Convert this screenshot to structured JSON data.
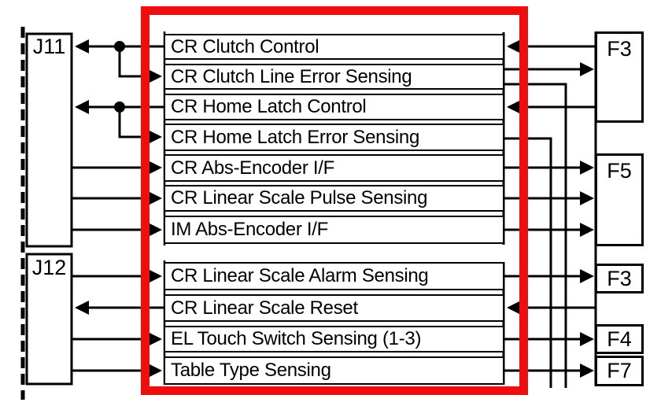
{
  "connectors": {
    "j11": "J11",
    "j12": "J12"
  },
  "blocks": {
    "f3_top": "F3",
    "f5": "F5",
    "f3_mid": "F3",
    "f4": "F4",
    "f7": "F7"
  },
  "signals": [
    {
      "label": "CR Clutch Control",
      "connector": "J11",
      "left_arrow": "into-connector",
      "right_arrow": "from-block",
      "block": "F3"
    },
    {
      "label": "CR Clutch Line Error Sensing",
      "connector": "J11",
      "left_arrow": "branch-from-row-1",
      "right_arrow": "into-block",
      "block": "F3",
      "extra_route": "bus-line-down"
    },
    {
      "label": "CR Home Latch Control",
      "connector": "J11",
      "left_arrow": "into-connector",
      "right_arrow": "from-block",
      "block": "F3"
    },
    {
      "label": "CR Home Latch Error Sensing",
      "connector": "J11",
      "left_arrow": "branch-from-row-3",
      "right_arrow": "none",
      "extra_route": "bus-line-down"
    },
    {
      "label": "CR Abs-Encoder I/F",
      "connector": "J11",
      "left_arrow": "from-connector",
      "right_arrow": "into-block",
      "block": "F5"
    },
    {
      "label": "CR Linear Scale Pulse Sensing",
      "connector": "J11",
      "left_arrow": "from-connector",
      "right_arrow": "into-block",
      "block": "F5"
    },
    {
      "label": "IM Abs-Encoder I/F",
      "connector": "J11",
      "left_arrow": "from-connector",
      "right_arrow": "into-block",
      "block": "F5"
    },
    {
      "label": "CR Linear Scale Alarm Sensing",
      "connector": "J12",
      "left_arrow": "from-connector",
      "right_arrow": "into-block",
      "block": "F3"
    },
    {
      "label": "CR Linear Scale Reset",
      "connector": "J12",
      "left_arrow": "into-connector",
      "right_arrow": "from-block-column"
    },
    {
      "label": "EL Touch Switch Sensing (1-3)",
      "connector": "J12",
      "left_arrow": "from-connector",
      "right_arrow": "into-block",
      "block": "F4"
    },
    {
      "label": "Table Type Sensing",
      "connector": "J12",
      "left_arrow": "from-connector",
      "right_arrow": "into-block",
      "block": "F7"
    }
  ],
  "highlight": {
    "color": "#ee0e0e",
    "meaning": "highlighted signal group"
  }
}
